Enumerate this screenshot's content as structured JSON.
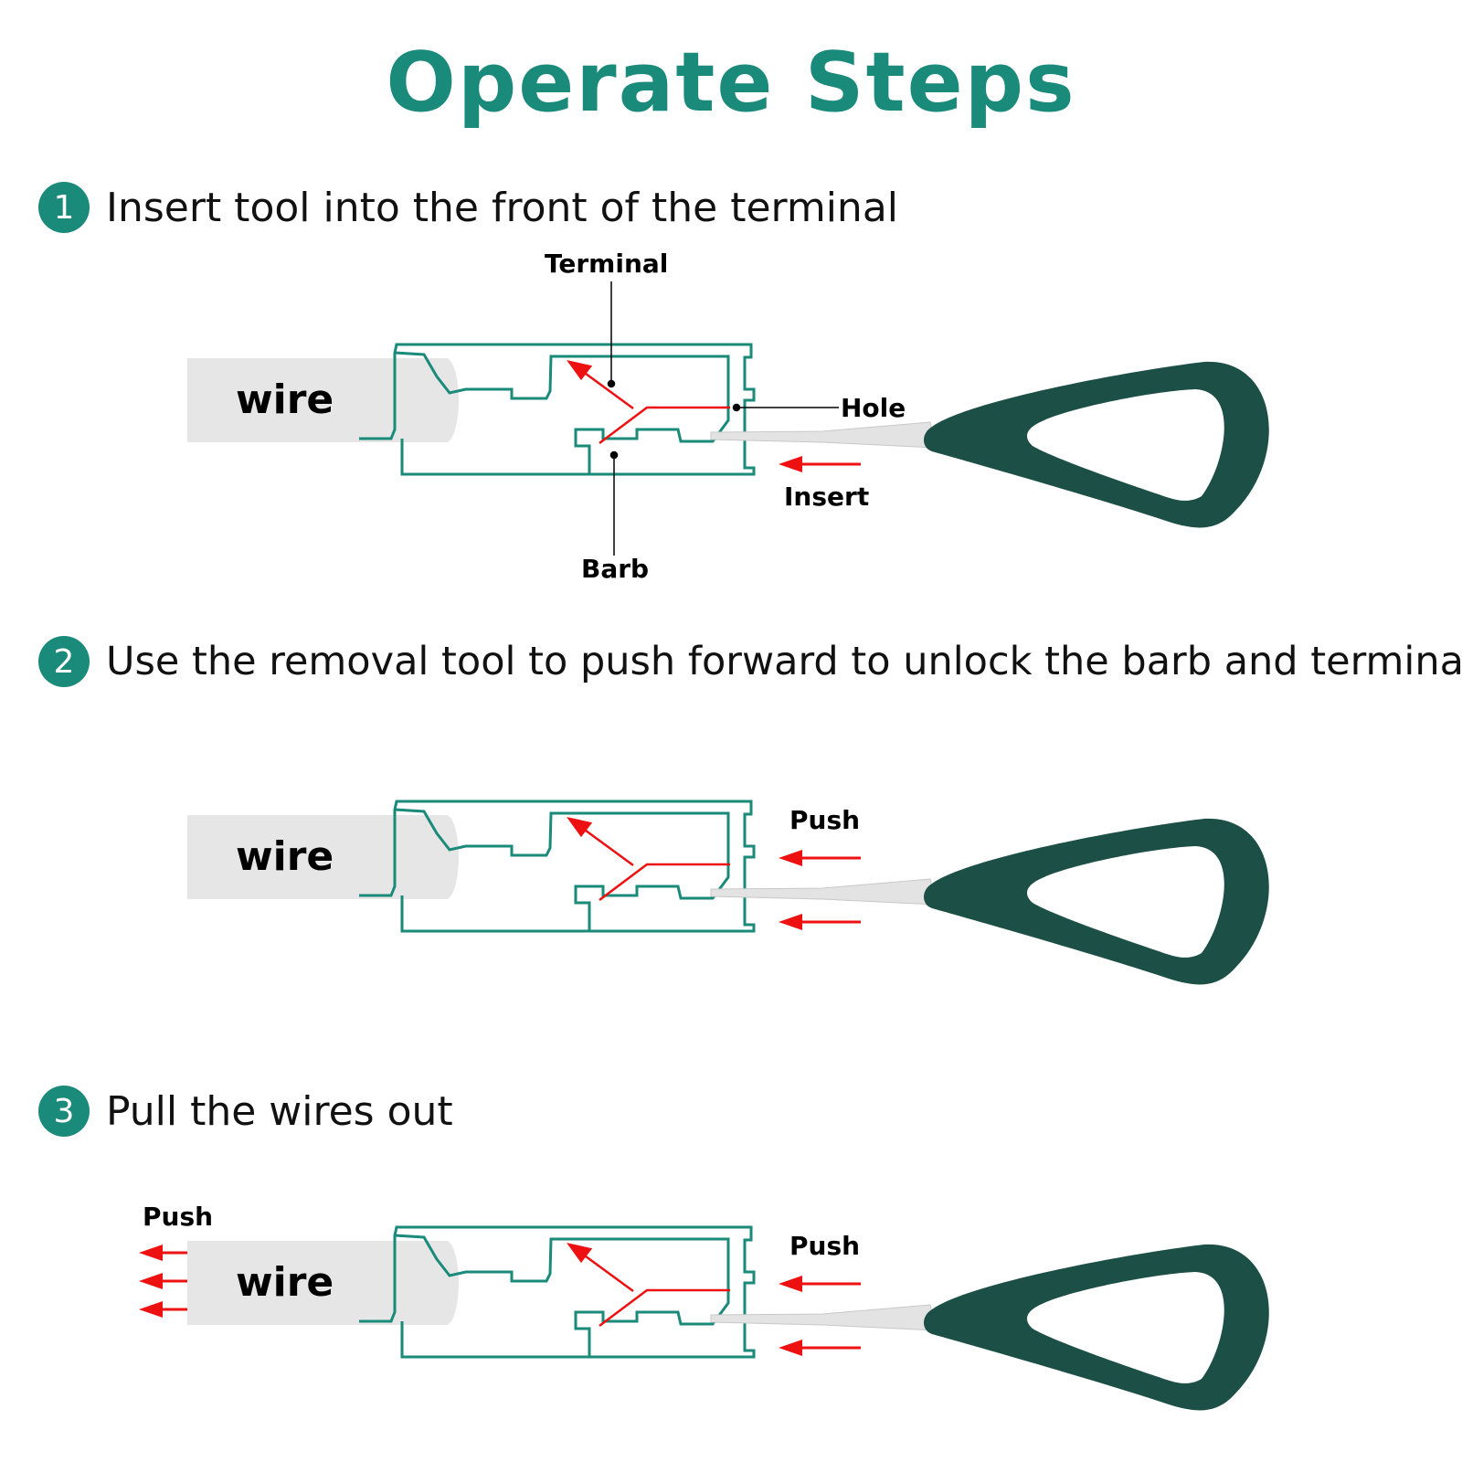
{
  "title": "Operate Steps",
  "colors": {
    "teal": "#1a8a7a",
    "handle": "#1c4f45",
    "arrow": "#ee1111",
    "wire": "#e6e6e6"
  },
  "steps": [
    {
      "number": "1",
      "text": "Insert tool into the front of the terminal",
      "wire_label": "wire",
      "labels": {
        "terminal": "Terminal",
        "hole": "Hole",
        "barb": "Barb",
        "insert": "Insert"
      }
    },
    {
      "number": "2",
      "text": "Use the removal tool to push forward to unlock the barb and terminal",
      "wire_label": "wire",
      "labels": {
        "push": "Push"
      }
    },
    {
      "number": "3",
      "text": "Pull the wires out",
      "wire_label": "wire",
      "labels": {
        "push_left": "Push",
        "push_right": "Push"
      }
    }
  ]
}
